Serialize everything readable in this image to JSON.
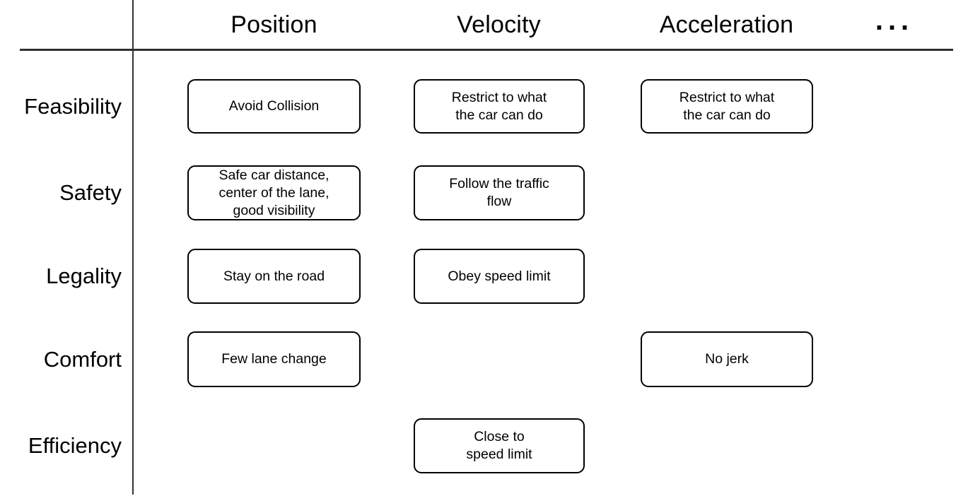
{
  "matrix": {
    "columns": [
      {
        "id": "position",
        "label": "Position"
      },
      {
        "id": "velocity",
        "label": "Velocity"
      },
      {
        "id": "acceleration",
        "label": "Acceleration"
      },
      {
        "id": "more",
        "label": "..."
      }
    ],
    "rows": [
      {
        "id": "feasibility",
        "label": "Feasibility"
      },
      {
        "id": "safety",
        "label": "Safety"
      },
      {
        "id": "legality",
        "label": "Legality"
      },
      {
        "id": "comfort",
        "label": "Comfort"
      },
      {
        "id": "efficiency",
        "label": "Efficiency"
      }
    ],
    "cells": [
      {
        "row": "feasibility",
        "col": "position",
        "text": "Avoid Collision"
      },
      {
        "row": "feasibility",
        "col": "velocity",
        "text": "Restrict to what\nthe car can do"
      },
      {
        "row": "feasibility",
        "col": "acceleration",
        "text": "Restrict to what\nthe car can do"
      },
      {
        "row": "safety",
        "col": "position",
        "text": "Safe car distance,\ncenter of the lane,\ngood visibility"
      },
      {
        "row": "safety",
        "col": "velocity",
        "text": "Follow the traffic\nflow"
      },
      {
        "row": "legality",
        "col": "position",
        "text": "Stay on the road"
      },
      {
        "row": "legality",
        "col": "velocity",
        "text": "Obey speed limit"
      },
      {
        "row": "comfort",
        "col": "position",
        "text": "Few lane change"
      },
      {
        "row": "comfort",
        "col": "acceleration",
        "text": "No jerk"
      },
      {
        "row": "efficiency",
        "col": "velocity",
        "text": "Close to\nspeed limit"
      }
    ]
  },
  "colors": {
    "background": "#ffffff",
    "text": "#000000",
    "grid_line": "#2e2e2e",
    "box_border": "#000000"
  }
}
